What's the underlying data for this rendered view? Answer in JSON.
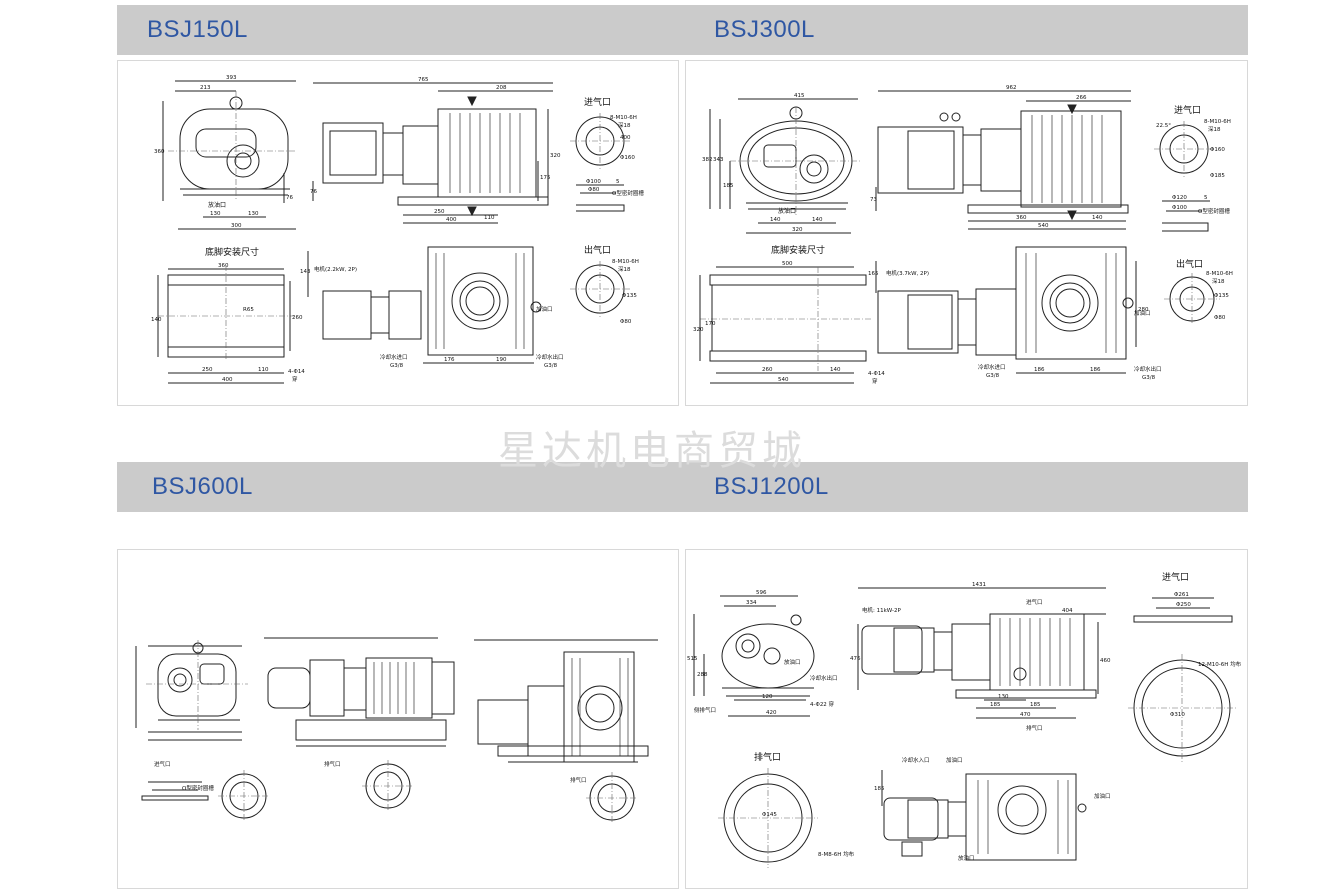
{
  "models": [
    {
      "title": "BSJ150L"
    },
    {
      "title": "BSJ300L"
    },
    {
      "title": "BSJ600L"
    },
    {
      "title": "BSJ1200L"
    }
  ],
  "watermark": "星达机电商贸城",
  "bsj150": {
    "inlet": "进气口",
    "outlet": "出气口",
    "foot": "底脚安装尺寸",
    "motor": "电机(2.2kW, 2P)",
    "drain": "放油口",
    "cool_in": "冷却水进口",
    "cool_in_size": "G3/8",
    "cool_out": "冷却水出口",
    "cool_out_size": "G3/8",
    "oil_fill": "加油口",
    "thread": "8-M10-6H",
    "depth": "深18",
    "holes": "4-Φ14",
    "through": "穿",
    "oring": "O型密封圈槽",
    "d": [
      "393",
      "213",
      "765",
      "208",
      "360",
      "320",
      "175",
      "76",
      "130",
      "130",
      "300",
      "250",
      "110",
      "400",
      "Φ135",
      "Φ160",
      "Φ100",
      "Φ80",
      "5",
      "360",
      "140",
      "R65",
      "260",
      "250",
      "110",
      "400",
      "143",
      "176",
      "190",
      "Φ135",
      "Φ80"
    ]
  },
  "bsj300": {
    "inlet": "进气口",
    "outlet": "出气口",
    "foot": "底脚安装尺寸",
    "motor": "电机(3.7kW, 2P)",
    "drain": "放油口",
    "cool_in": "冷却水进口",
    "cool_in_size": "G3/8",
    "cool_out": "冷却水出口",
    "cool_out_size": "G3/8",
    "oil_fill": "加油口",
    "thread": "8-M10-6H",
    "depth": "深18",
    "holes": "4-Φ14",
    "through": "穿",
    "oring": "O型密封圈槽",
    "angle": "22.5°",
    "d": [
      "415",
      "962",
      "266",
      "382",
      "343",
      "185",
      "73",
      "140",
      "140",
      "320",
      "360",
      "140",
      "540",
      "Φ160",
      "Φ185",
      "Φ120",
      "Φ100",
      "5",
      "500",
      "170",
      "320",
      "260",
      "140",
      "540",
      "165",
      "280",
      "186",
      "186",
      "Φ135",
      "Φ80"
    ]
  },
  "bsj600": {
    "inlet": "进气口",
    "outlet": "排气口",
    "oring": "O型密封圈槽",
    "outlet2": "排气口"
  },
  "bsj1200": {
    "inlet": "进气口",
    "outlet": "排气口",
    "motor": "电机: 11kW-2P",
    "drain": "放油口",
    "cool_out": "冷却水出口",
    "side_exhaust": "侧排气口",
    "holes": "4-Φ22 穿",
    "inlet2": "进气口",
    "cool_in": "冷却水入口",
    "oil_fill": "加油口",
    "oil_fill2": "加油口",
    "drain2": "放油口",
    "thread": "12-M10-6H 均布",
    "thread2": "8-M8-6H 均布",
    "d": [
      "596",
      "334",
      "1431",
      "404",
      "515",
      "288",
      "120",
      "420",
      "476",
      "460",
      "130",
      "185",
      "185",
      "470",
      "Φ261",
      "Φ250",
      "Φ310",
      "Φ145",
      "185"
    ]
  }
}
